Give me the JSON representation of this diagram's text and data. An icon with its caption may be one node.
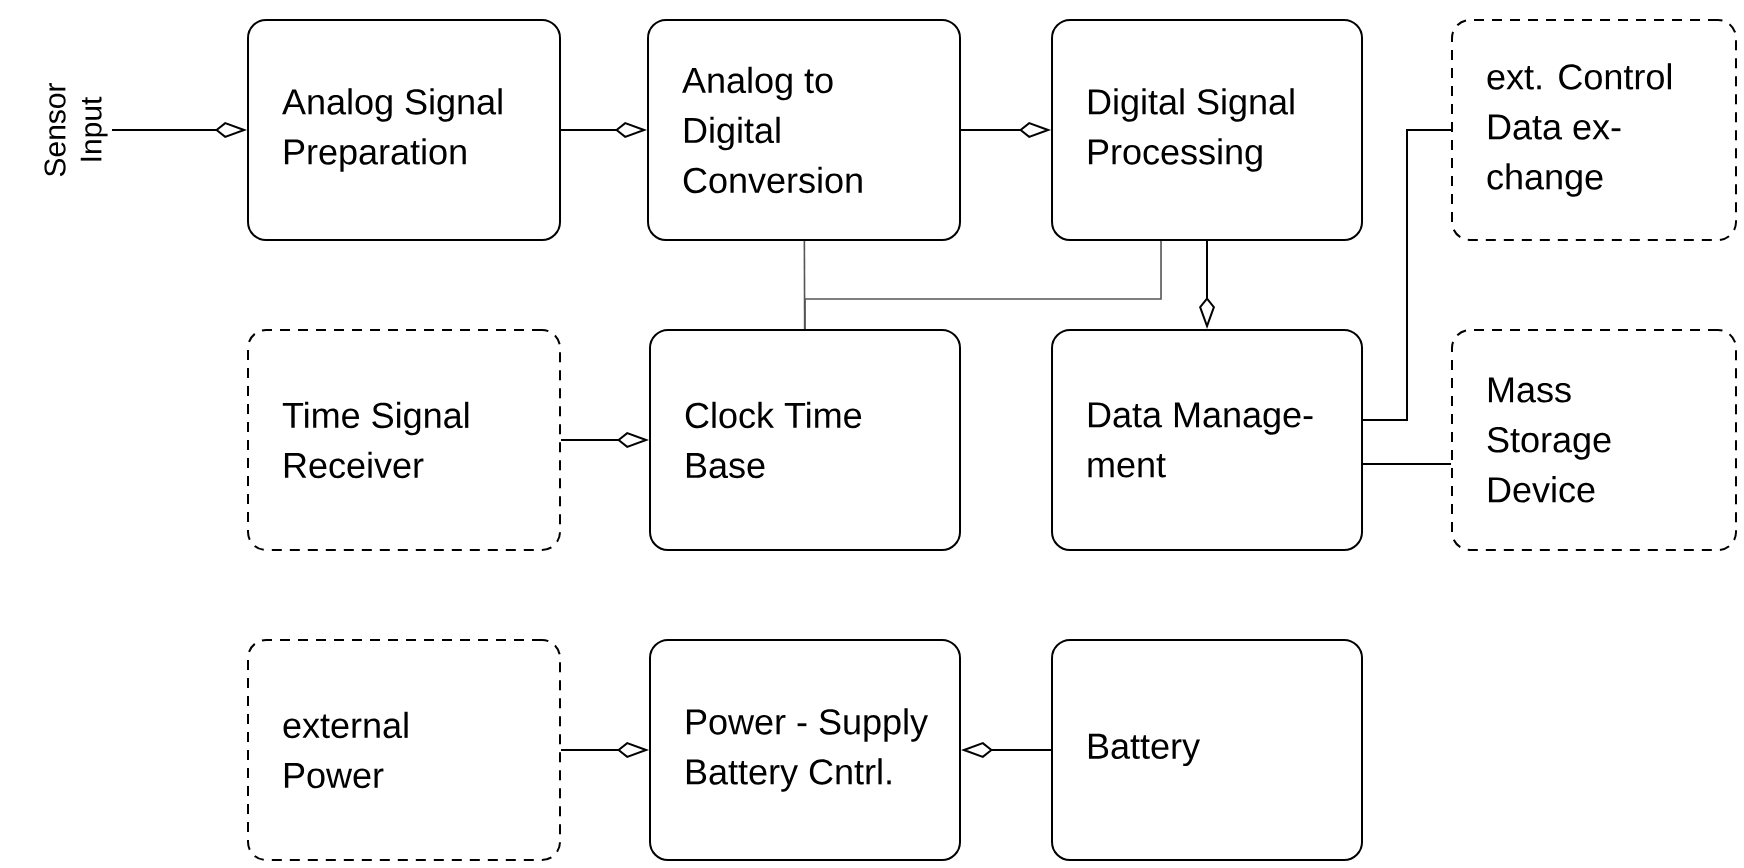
{
  "diagram": {
    "nodes": [
      {
        "text": [
          "Sensor Input"
        ]
      },
      {
        "text": [
          "Analog Signal Preparation"
        ]
      },
      {
        "text": [
          "Analog to Digital Conversion"
        ]
      },
      {
        "text": [
          "Digital Signal Processing"
        ]
      },
      {
        "text": [
          "ext. Control Data ex- change"
        ]
      },
      {
        "text": [
          "Time Signal Receiver"
        ]
      },
      {
        "text": [
          "Clock Time Base"
        ]
      },
      {
        "text": [
          "Data Manage- ment"
        ]
      },
      {
        "text": [
          "Mass Storage Device"
        ]
      },
      {
        "text": [
          "external Power"
        ]
      },
      {
        "text": [
          "Power - Supply Battery Cntrl."
        ]
      },
      {
        "text": [
          "Battery"
        ]
      }
    ],
    "edges": [
      {
        "from": 0,
        "to": 1,
        "arrow": "to"
      },
      {
        "from": 1,
        "to": 2,
        "arrow": "to"
      },
      {
        "from": 2,
        "to": 3,
        "arrow": "to"
      },
      {
        "from": 3,
        "to": 7,
        "arrow": "to"
      },
      {
        "from": 2,
        "to": 6,
        "arrow": "none",
        "color": "#555555"
      },
      {
        "from": 3,
        "to": 6,
        "arrow": "none",
        "color": "#555555"
      },
      {
        "from": 7,
        "to": 4,
        "arrow": "none"
      },
      {
        "from": 7,
        "to": 8,
        "arrow": "none"
      },
      {
        "from": 5,
        "to": 6,
        "arrow": "to"
      },
      {
        "from": 9,
        "to": 10,
        "arrow": "to"
      },
      {
        "from": 11,
        "to": 10,
        "arrow": "to"
      }
    ]
  }
}
